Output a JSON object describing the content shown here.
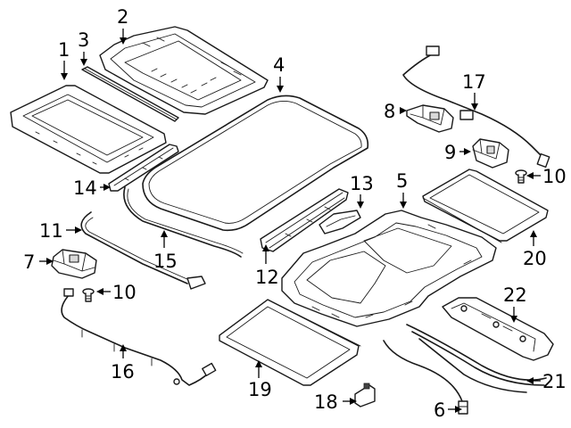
{
  "callouts": [
    {
      "id": "c1",
      "text": "1"
    },
    {
      "id": "c2",
      "text": "2"
    },
    {
      "id": "c3",
      "text": "3"
    },
    {
      "id": "c4",
      "text": "4"
    },
    {
      "id": "c5",
      "text": "5"
    },
    {
      "id": "c6",
      "text": "6"
    },
    {
      "id": "c7",
      "text": "7"
    },
    {
      "id": "c8",
      "text": "8"
    },
    {
      "id": "c9",
      "text": "9"
    },
    {
      "id": "c10a",
      "text": "10"
    },
    {
      "id": "c10b",
      "text": "10"
    },
    {
      "id": "c11",
      "text": "11"
    },
    {
      "id": "c12",
      "text": "12"
    },
    {
      "id": "c13",
      "text": "13"
    },
    {
      "id": "c14",
      "text": "14"
    },
    {
      "id": "c15",
      "text": "15"
    },
    {
      "id": "c16",
      "text": "16"
    },
    {
      "id": "c17",
      "text": "17"
    },
    {
      "id": "c18",
      "text": "18"
    },
    {
      "id": "c19",
      "text": "19"
    },
    {
      "id": "c20",
      "text": "20"
    },
    {
      "id": "c21",
      "text": "21"
    },
    {
      "id": "c22",
      "text": "22"
    }
  ]
}
